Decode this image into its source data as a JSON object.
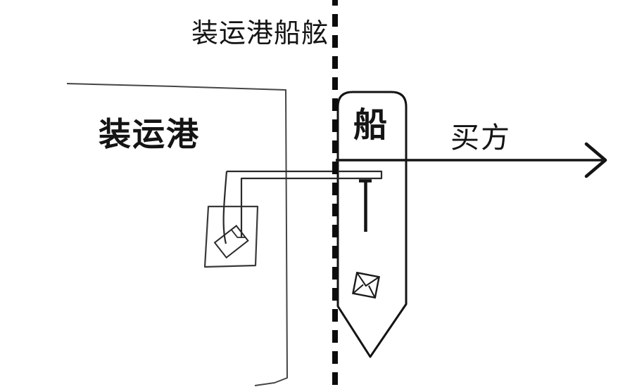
{
  "colors": {
    "ink": "#141414",
    "light_ink": "#454545",
    "background": "#ffffff"
  },
  "labels": {
    "rail": "装运港船舷",
    "port": "装运港",
    "ship": "船",
    "buyer": "买方"
  },
  "icons": {
    "rail_line": "vertical-dashed-line",
    "port_boundary": "hand-drawn-border",
    "ship_hull": "ship-outline",
    "crane": "loading-plank-with-cables",
    "hook": "t-shaped-hook",
    "cargo_box": "open-crate",
    "cargo_envelope": "tilted-package",
    "ship_envelope": "tilted-envelope",
    "buyer_arrow": "right-arrow"
  }
}
